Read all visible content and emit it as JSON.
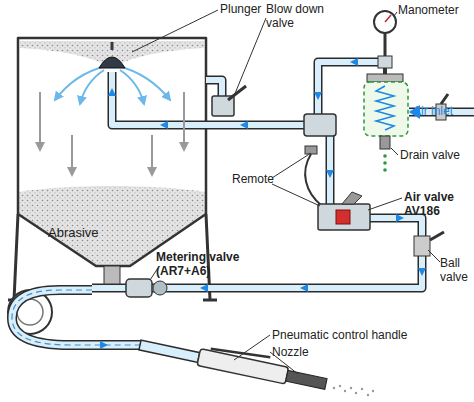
{
  "diagram": {
    "nodes": [
      {
        "text": [
          "Abrasive"
        ]
      }
    ],
    "labels": [
      "Plunger",
      "Blow down valve",
      "Manometer",
      "Air inlet",
      "Drain valve",
      "Remote",
      "Air valve AV186",
      "Ball valve",
      "Metering valve (AR7+A6)",
      "Pneumatic control handle",
      "Nozzle"
    ]
  }
}
